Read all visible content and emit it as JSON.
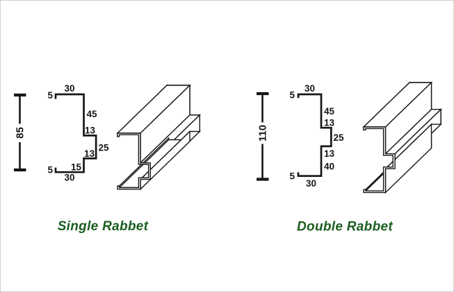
{
  "page": {
    "background": "#ffffff",
    "line_color": "#161616",
    "caption_color": "#1b5e20"
  },
  "panels": [
    {
      "id": "single",
      "caption": "Single Rabbet",
      "overall_height": "85",
      "dims": {
        "top_lip": "5",
        "top_width": "30",
        "upper_rabbet_depth": "45",
        "stop_step_top": "13",
        "stop_width": "25",
        "stop_step_bottom": "13",
        "lower_rabbet_depth": "15",
        "bottom_lip": "5",
        "bottom_width": "30"
      }
    },
    {
      "id": "double",
      "caption": "Double Rabbet",
      "overall_height": "110",
      "dims": {
        "top_lip": "5",
        "top_width": "30",
        "upper_rabbet_depth": "45",
        "stop_step_top": "13",
        "stop_width": "25",
        "stop_step_bottom": "13",
        "lower_rabbet_depth": "40",
        "bottom_lip": "5",
        "bottom_width": "30"
      }
    }
  ]
}
